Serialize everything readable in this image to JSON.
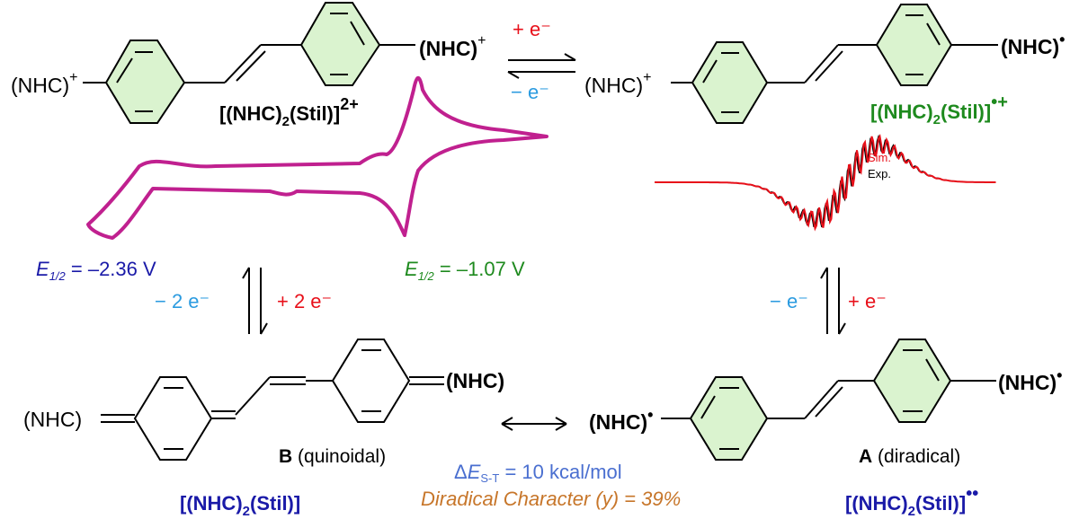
{
  "top_left": {
    "left_group": "(NHC)",
    "left_charge": "+",
    "right_group": "(NHC)",
    "right_charge": "+",
    "formula_main": "[(NHC)",
    "formula_sub": "2",
    "formula_rest": "(Stil)]",
    "formula_charge": "2+"
  },
  "top_equilibrium": {
    "forward": "+ e⁻",
    "reverse": "− e⁻",
    "forward_color": "#e8101a",
    "reverse_color": "#2b9be0"
  },
  "top_right": {
    "left_group": "(NHC)",
    "left_charge": "+",
    "right_group": "(NHC)",
    "right_dot": "•",
    "formula_main": "[(NHC)",
    "formula_sub": "2",
    "formula_rest": "(Stil)]",
    "formula_charge": "•+",
    "formula_color": "#1e8a1e"
  },
  "epr": {
    "legend_sim": "Sim.",
    "legend_exp": "Exp.",
    "sim_color": "#e8101a",
    "exp_color": "#000000"
  },
  "cv": {
    "color": "#c0208f",
    "e_half_1_symbol": "E",
    "e_half_1_sub": "1/2",
    "e_half_1_value": " = –2.36 V",
    "e_half_1_color": "#1a1aa8",
    "e_half_2_symbol": "E",
    "e_half_2_sub": "1/2",
    "e_half_2_value": " = –1.07 V",
    "e_half_2_color": "#1e8a1e"
  },
  "left_equilibrium": {
    "reverse": "− 2 e⁻",
    "forward": "+ 2 e⁻"
  },
  "right_equilibrium": {
    "reverse": "− e⁻",
    "forward": "+ e⁻"
  },
  "quinoidal": {
    "left_group": "(NHC)",
    "right_group": "(NHC)",
    "letter": "B",
    "label": "(quinoidal)",
    "formula_main": "[(NHC)",
    "formula_sub": "2",
    "formula_rest": "(Stil)]",
    "formula_color": "#1a1aa8"
  },
  "diradical": {
    "left_group": "(NHC)",
    "left_dot": "•",
    "right_group": "(NHC)",
    "right_dot": "•",
    "letter": "A",
    "label": "(diradical)",
    "formula_main": "[(NHC)",
    "formula_sub": "2",
    "formula_rest": "(Stil)]",
    "formula_charge": "••",
    "formula_color": "#1a1aa8"
  },
  "gap": {
    "delta": "Δ",
    "symbol": "E",
    "sub": "S-T",
    "value": " = 10 kcal/mol",
    "color": "#4a6fd0"
  },
  "character": {
    "text": "Diradical Character (y) = 39%",
    "color": "#c7762a"
  },
  "colors": {
    "ring_fill": "#daf3cf",
    "black": "#000000",
    "red": "#e8101a",
    "blue": "#2b9be0"
  }
}
